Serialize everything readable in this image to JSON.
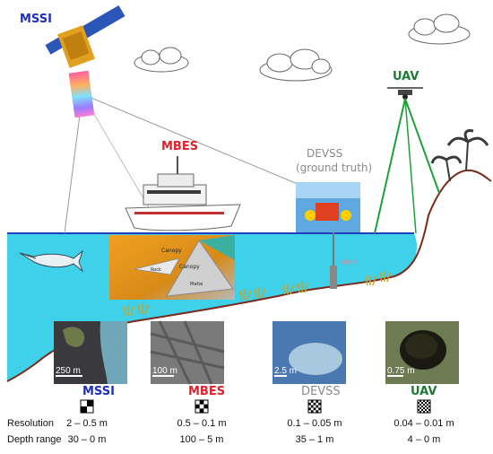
{
  "labels": {
    "mssi": "MSSI",
    "mbes": "MBES",
    "devss": "DEVSS",
    "devss_sub": "(ground truth)",
    "uav": "UAV",
    "canopy1": "Canopy",
    "canopy2": "Canopy",
    "matte": "Matte",
    "rock": "Rock"
  },
  "photos": [
    {
      "scale": "250 m"
    },
    {
      "scale": "100 m"
    },
    {
      "scale": "2.5 m"
    },
    {
      "scale": "0.75 m"
    }
  ],
  "table": {
    "headers": [
      "MSSI",
      "MBES",
      "DEVSS",
      "UAV"
    ],
    "rows": [
      {
        "label": "Resolution",
        "values": [
          "2 – 0.5 m",
          "0.5 – 0.1 m",
          "0.1 – 0.05 m",
          "0.04 – 0.01 m"
        ]
      },
      {
        "label": "Depth range",
        "values": [
          "30 – 0 m",
          "100 – 5 m",
          "35 – 1 m",
          "4 – 0 m"
        ]
      }
    ]
  },
  "colors": {
    "mssi": "#1f2fbf",
    "mbes": "#e0202a",
    "devss": "#8a8a8a",
    "uav": "#1e7a33",
    "water": "#3fd0ea",
    "land": "#7a2a1a"
  }
}
